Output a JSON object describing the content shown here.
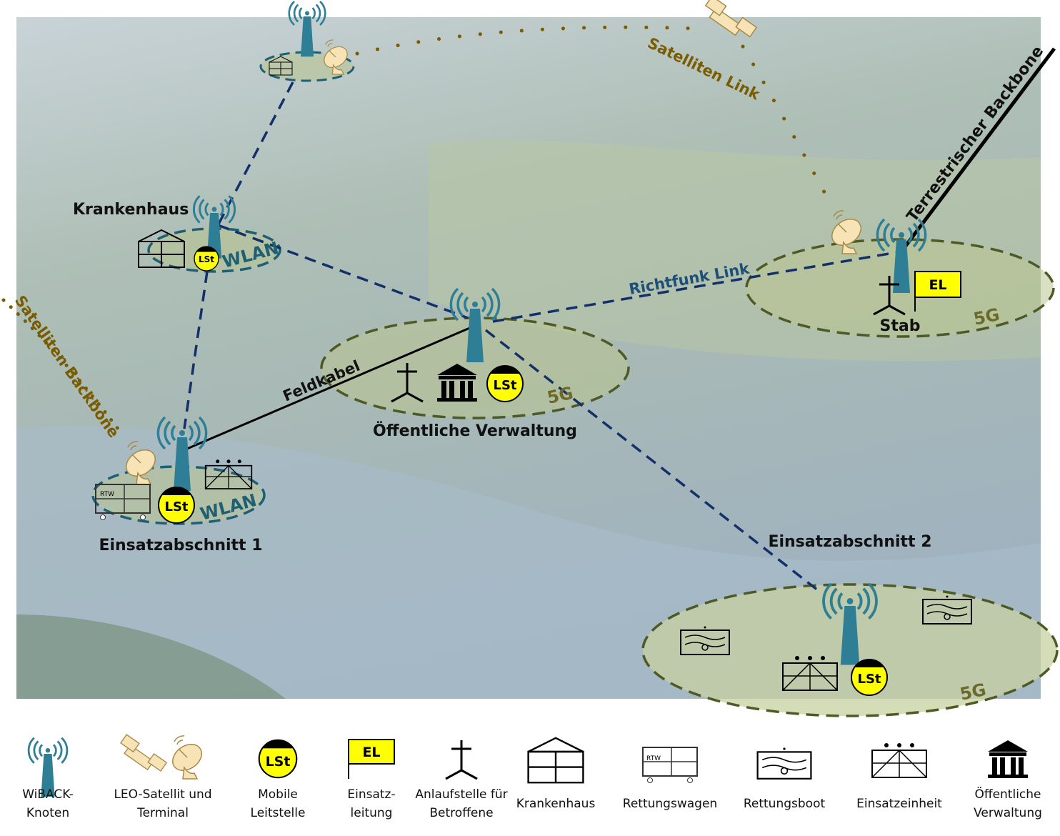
{
  "colors": {
    "tower": "#2e7f95",
    "link": "#13306b",
    "satellite_link": "#7a5c00",
    "lst_yellow": "#ffff00",
    "ellipse_fill": "#b9c48f"
  },
  "nodes": {
    "krankenhaus": {
      "label": "Krankenhaus",
      "tech": "WLAN"
    },
    "verwaltung": {
      "label": "Öffentliche Verwaltung",
      "tech": "5G"
    },
    "stab": {
      "label": "Stab",
      "tech": "5G",
      "flag": "EL"
    },
    "ea1": {
      "label": "Einsatzabschnitt 1",
      "tech": "WLAN"
    },
    "ea2": {
      "label": "Einsatzabschnitt 2",
      "tech": "5G"
    }
  },
  "badges": {
    "lst": "LSt",
    "el": "EL",
    "rtw": "RTW"
  },
  "links": {
    "satellite_link": "Satelliten Link",
    "satellite_backbone": "Satelliten Backbone",
    "terrestrial_backbone": "Terrestrischer Backbone",
    "radio_link": "Richtfunk Link",
    "field_cable": "Feldkabel"
  },
  "legend": [
    {
      "icon": "wiback-tower-icon",
      "lines": [
        "WiBACK-",
        "Knoten"
      ]
    },
    {
      "icon": "satellite-terminal-icon",
      "lines": [
        "LEO-Satellit und",
        "Terminal"
      ]
    },
    {
      "icon": "lst-icon",
      "lines": [
        "Mobile",
        "Leitstelle"
      ]
    },
    {
      "icon": "el-flag-icon",
      "lines": [
        "Einsatz-",
        "leitung"
      ]
    },
    {
      "icon": "anlaufstelle-icon",
      "lines": [
        "Anlaufstelle für",
        "Betroffene"
      ]
    },
    {
      "icon": "hospital-icon",
      "lines": [
        "Krankenhaus"
      ]
    },
    {
      "icon": "ambulance-icon",
      "lines": [
        "Rettungswagen"
      ]
    },
    {
      "icon": "rescue-boat-icon",
      "lines": [
        "Rettungsboot"
      ]
    },
    {
      "icon": "unit-icon",
      "lines": [
        "Einsatzeinheit"
      ]
    },
    {
      "icon": "government-icon",
      "lines": [
        "Öffentliche",
        "Verwaltung"
      ]
    }
  ]
}
